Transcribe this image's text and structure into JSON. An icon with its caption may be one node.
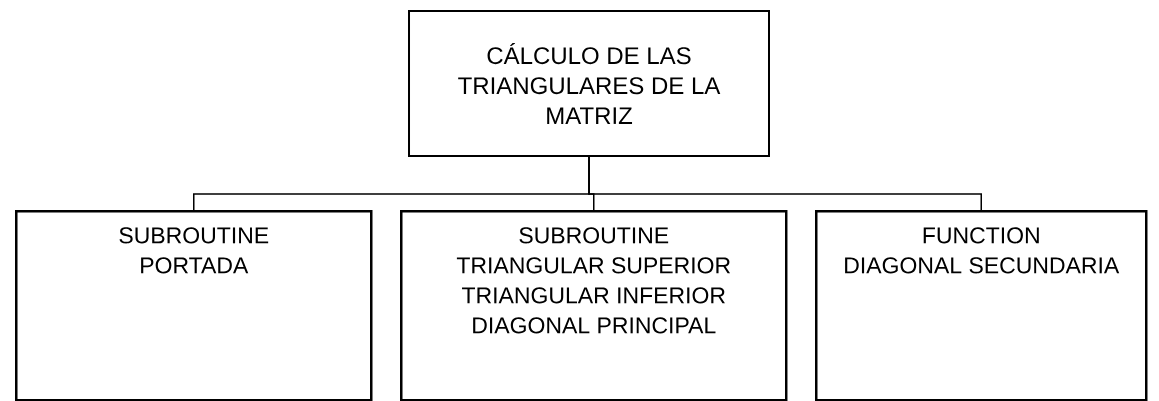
{
  "diagram": {
    "nodes": [
      {
        "text": [
          "CÁLCULO DE LAS TRIANGULARES DE LA MATRIZ"
        ]
      },
      {
        "text": [
          "SUBROUTINE",
          "PORTADA"
        ]
      },
      {
        "text": [
          "SUBROUTINE",
          "TRIANGULAR SUPERIOR",
          "TRIANGULAR INFERIOR",
          "DIAGONAL PRINCIPAL"
        ]
      },
      {
        "text": [
          "FUNCTION",
          "DIAGONAL SECUNDARIA"
        ]
      }
    ],
    "edges": [
      {
        "from": 0,
        "to": 1,
        "arrow": "none"
      },
      {
        "from": 0,
        "to": 2,
        "arrow": "none"
      },
      {
        "from": 0,
        "to": 3,
        "arrow": "none"
      }
    ]
  }
}
